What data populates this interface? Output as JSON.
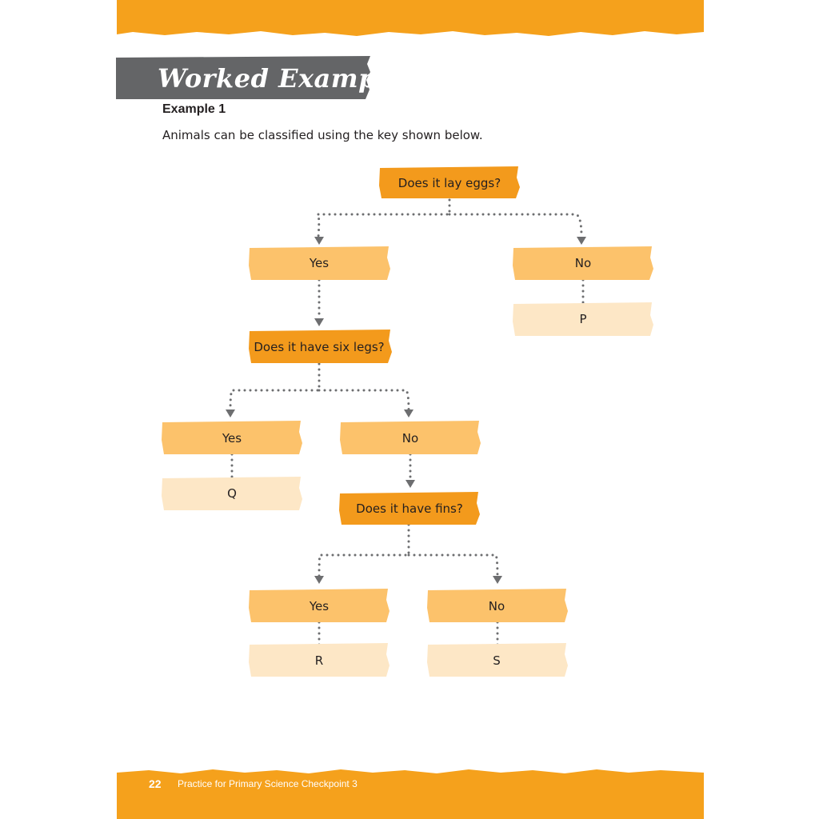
{
  "colors": {
    "band": "#f5a11c",
    "banner": "#646567",
    "question_box": "#f39a1c",
    "answer_box": "#fcc26b",
    "leaf_box": "#fde7c6",
    "connector": "#6d6e70",
    "text": "#231f20"
  },
  "header": {
    "banner_title": "Worked Examples",
    "example_heading": "Example 1",
    "intro": "Animals can be classified using the key shown below."
  },
  "key": {
    "q1": "Does it lay eggs?",
    "q1_yes": "Yes",
    "q1_no": "No",
    "leaf_p": "P",
    "q2": "Does it have six legs?",
    "q2_yes": "Yes",
    "q2_no": "No",
    "leaf_q": "Q",
    "q3": "Does it have fins?",
    "q3_yes": "Yes",
    "q3_no": "No",
    "leaf_r": "R",
    "leaf_s": "S"
  },
  "footer": {
    "page_number": "22",
    "book_title": "Practice for Primary Science Checkpoint 3"
  }
}
